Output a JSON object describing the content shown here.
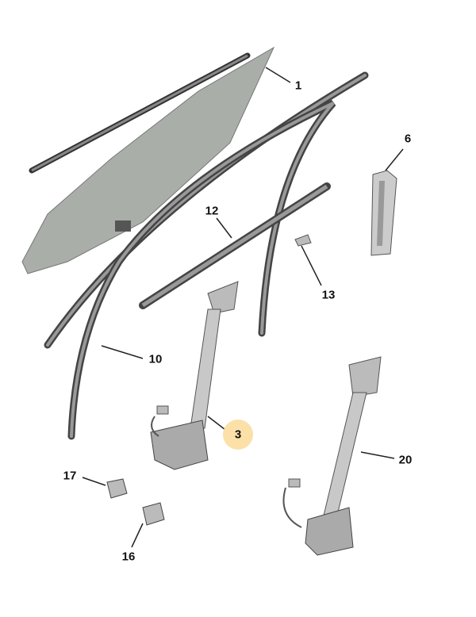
{
  "diagram": {
    "highlight_color": "#fbe0a8",
    "callouts": [
      {
        "id": "1",
        "label": "1"
      },
      {
        "id": "6",
        "label": "6"
      },
      {
        "id": "12",
        "label": "12"
      },
      {
        "id": "13",
        "label": "13"
      },
      {
        "id": "10",
        "label": "10"
      },
      {
        "id": "3",
        "label": "3",
        "highlighted": true
      },
      {
        "id": "20",
        "label": "20"
      },
      {
        "id": "17",
        "label": "17"
      },
      {
        "id": "16",
        "label": "16"
      }
    ]
  }
}
